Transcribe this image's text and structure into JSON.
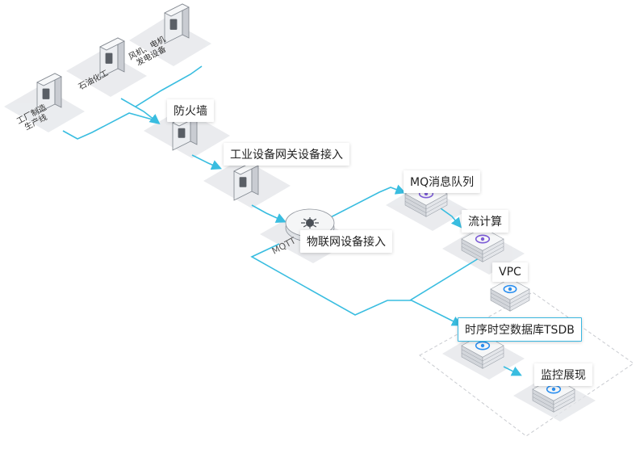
{
  "nodes": {
    "wind_power": {
      "lines": [
        "风机、电机",
        "发电设备"
      ],
      "icon": "wind-turbine-icon"
    },
    "petrochemical": {
      "label": "石油化工",
      "icon": "oil-derrick-icon"
    },
    "factory_line": {
      "lines": [
        "工厂制造",
        "生产线"
      ],
      "icon": "factory-icon"
    },
    "firewall": {
      "label": "防火墙",
      "icon": "firewall-icon"
    },
    "gateway": {
      "label": "工业设备网关设备接入",
      "icon": "gateway-icon"
    },
    "iot_access": {
      "label": "物联网设备接入",
      "protocol": "MQTT",
      "icon": "iot-hub-icon"
    },
    "mq": {
      "label": "MQ消息队列",
      "icon": "message-queue-icon"
    },
    "stream": {
      "label": "流计算",
      "icon": "stream-compute-icon"
    },
    "vpc": {
      "label": "VPC",
      "icon": "cloud-icon"
    },
    "tsdb": {
      "label": "时序时空数据库TSDB",
      "icon": "database-icon"
    },
    "monitor": {
      "label": "监控展现",
      "icon": "monitor-dashboard-icon"
    }
  },
  "colors": {
    "connector": "#39bde0",
    "tile": "#e3e5e9",
    "box_top": "#f6f7f8",
    "box_side": "#d3d6db",
    "dashed_region": "#c9cbd0",
    "icon_purple": "#7c5cd6",
    "icon_blue": "#2b8ff0",
    "label_highlight": "#3ab7e0"
  }
}
